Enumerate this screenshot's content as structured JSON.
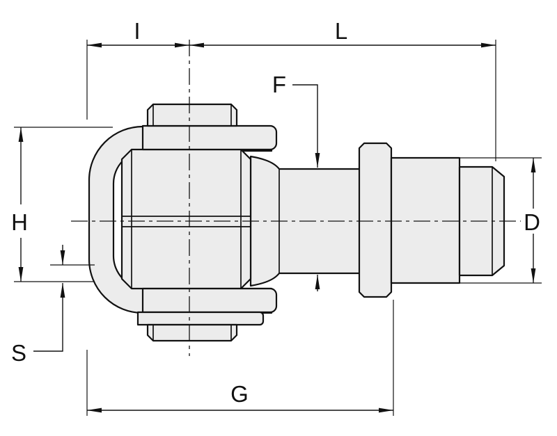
{
  "dimensions": {
    "i": "I",
    "l": "L",
    "f": "F",
    "h": "H",
    "d": "D",
    "s": "S",
    "g": "G"
  },
  "colors": {
    "line": "#111111",
    "part_fill": "#ececec",
    "background": "#ffffff"
  }
}
